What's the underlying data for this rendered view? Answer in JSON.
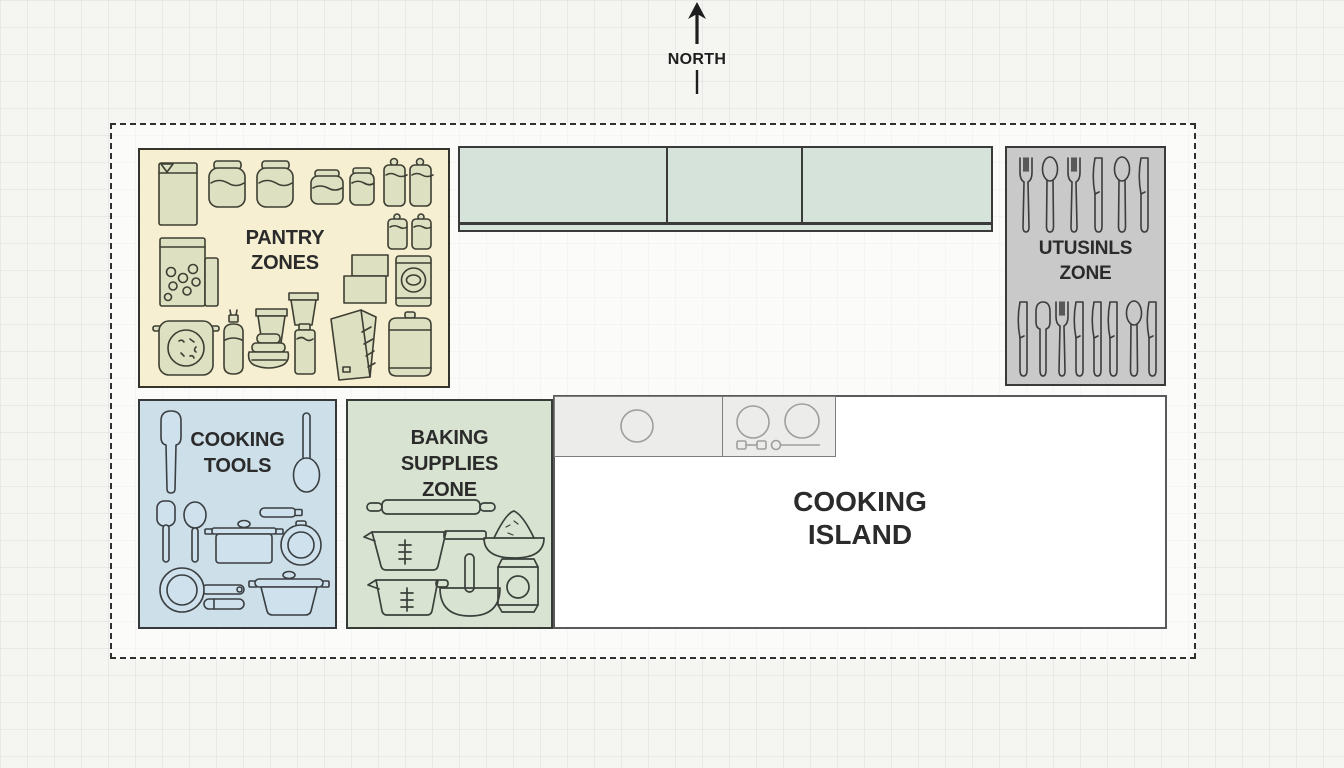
{
  "compass": {
    "label": "NORTH"
  },
  "zones": {
    "pantry": {
      "lines": [
        "PANTRY",
        "ZONES"
      ],
      "icons": [
        "cereal-box-icon",
        "jar-icon",
        "canister-icon",
        "flour-bag-icon",
        "stacked-boxes-icon",
        "oats-canister-icon",
        "cookie-tin-icon",
        "spray-bottle-icon",
        "tub-icon",
        "stacked-tins-icon",
        "slim-bottle-icon",
        "wedge-box-icon",
        "lidded-canister-icon"
      ]
    },
    "utensils": {
      "lines": [
        "UTUSINLS",
        "ZONE"
      ],
      "icons": [
        "fork-icon",
        "spoon-icon",
        "knife-icon",
        "paddle-icon"
      ]
    },
    "cooking_tools": {
      "lines": [
        "COOKING",
        "TOOLS"
      ],
      "icons": [
        "spatula-icon",
        "ladle-spoon-icon",
        "stockpot-icon",
        "pot-handle-icon",
        "lid-icon",
        "frying-pan-icon",
        "dutch-oven-icon"
      ]
    },
    "baking_supplies": {
      "lines": [
        "BAKING",
        "SUPPLIES",
        "ZONE"
      ],
      "icons": [
        "rolling-pin-icon",
        "measuring-cup-icon",
        "mixing-bowl-icon",
        "flour-bowl-icon",
        "flour-bag-icon"
      ]
    },
    "cooking_island": {
      "lines": [
        "COOKING",
        "ISLAND"
      ],
      "fixtures": [
        "sink-counter",
        "stove-counter"
      ]
    }
  },
  "colors": {
    "pantry_bg": "#f6efd1",
    "pantry_icon_fill": "#dde0c1",
    "utensils_bg": "#c9c9c9",
    "cooking_tools_bg": "#cddfe9",
    "cooking_tools_icon_fill": "#cfe1ec",
    "baking_bg": "#d8e4d1",
    "cabinet_bg": "#d6e3da",
    "island_bg": "#ffffff",
    "counter_bg": "#ececeb"
  }
}
